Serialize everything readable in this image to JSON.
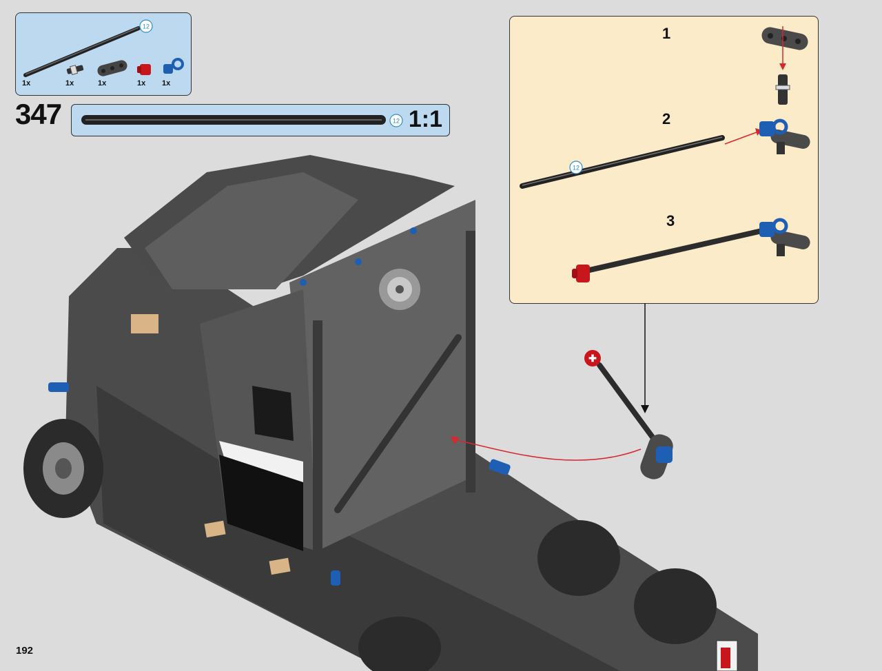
{
  "parts_list": {
    "items": [
      {
        "name": "axle-12",
        "qty": "1x",
        "length_badge": "12"
      },
      {
        "name": "axle-pin-with-friction",
        "qty": "1x"
      },
      {
        "name": "thick-liftarm-3",
        "qty": "1x"
      },
      {
        "name": "red-bush",
        "qty": "1x"
      },
      {
        "name": "blue-axle-pin-connector",
        "qty": "1x"
      }
    ]
  },
  "step": {
    "number": "347",
    "scale_badge": "12",
    "scale_label": "1:1"
  },
  "callout": {
    "sub_steps": [
      {
        "label": "1"
      },
      {
        "label": "2",
        "axle_badge": "12"
      },
      {
        "label": "3"
      }
    ]
  },
  "page": {
    "number": "192"
  },
  "colors": {
    "parts_bg": "#bcd9f0",
    "callout_bg": "#fcebc9",
    "arrow_red": "#d9272e",
    "part_blue": "#1e5fb4",
    "part_red": "#c8161d",
    "model_dark": "#3a3a3a",
    "page_bg": "#dcdcdc"
  }
}
